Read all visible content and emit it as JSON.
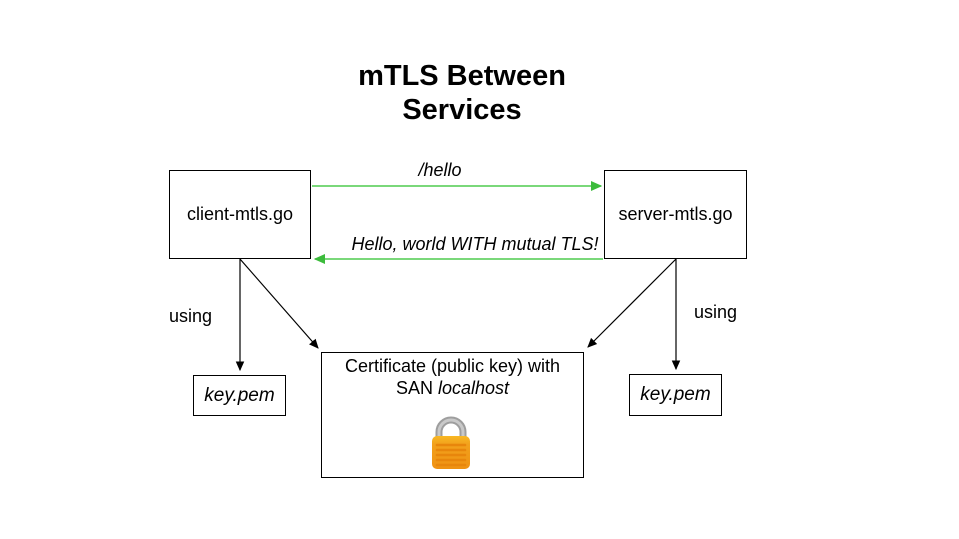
{
  "title": "mTLS Between\nServices",
  "nodes": {
    "client": {
      "label": "client-mtls.go"
    },
    "server": {
      "label": "server-mtls.go"
    },
    "client_key": {
      "label": "key.pem"
    },
    "server_key": {
      "label": "key.pem"
    },
    "certificate": {
      "line1": "Certificate (public key) with",
      "line2_prefix": "SAN ",
      "line2_hostname": "localhost"
    }
  },
  "edges": {
    "request_label": "/hello",
    "response_label": "Hello, world WITH mutual TLS!",
    "client_using_label": "using",
    "server_using_label": "using"
  },
  "icons": {
    "certificate_lock": "lock-icon"
  },
  "colors": {
    "arrow_green": "#4ecb4e",
    "line_black": "#000000",
    "lock_body": "#F2A11C",
    "lock_stripes": "#E8860C",
    "lock_shackle": "#A9A9A9"
  }
}
